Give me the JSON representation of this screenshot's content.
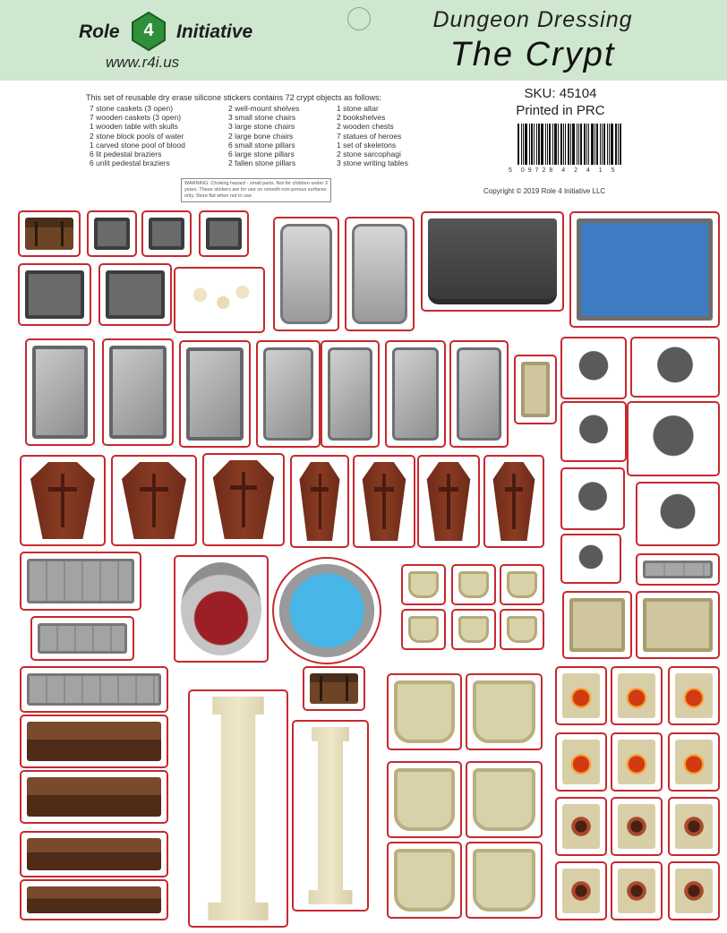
{
  "brand": {
    "left": "Role",
    "gem_number": "4",
    "right": "Initiative",
    "url": "www.r4i.us"
  },
  "product": {
    "subtitle": "Dungeon Dressing",
    "title": "The Crypt",
    "sku": "SKU:  45104",
    "origin": "Printed in PRC"
  },
  "intro": "This set of reusable dry erase silicone stickers contains 72 crypt objects as follows:",
  "contents": {
    "col1": [
      "7 stone caskets (3 open)",
      "7 wooden caskets (3 open)",
      "1 wooden table with skulls",
      "2 stone block pools of water",
      "1 carved stone pool of blood",
      "6 lit pedestal braziers",
      "6 unlit pedestal braziers"
    ],
    "col2": [
      "2 well-mount shelves",
      "3 small stone chairs",
      "3 large stone chairs",
      "2 large bone chairs",
      "6 small stone pillars",
      "6 large stone pillars",
      "2 fallen stone pillars"
    ],
    "col3": [
      "1 stone altar",
      "2 bookshelves",
      "2 wooden chests",
      "7 statues of heroes",
      "1 set of skeletons",
      "2 stone sarcophagi",
      "3 stone writing tables"
    ]
  },
  "notice": "WARNING: Choking hazard - small parts. Not for children under 3 years. These stickers are for use on smooth non-porous surfaces only. Store flat when not in use.",
  "barcode_digits": "5  09728  4  2  4  1  5",
  "copyright": "Copyright © 2019    Role 4 Initiative LLC",
  "colors": {
    "header_bg": "#cfe7cf",
    "sticker_border": "#c7292f",
    "gem": "#2f8f3a"
  },
  "stickers": [
    {
      "kind": "chest"
    },
    {
      "kind": "chair"
    },
    {
      "kind": "chair"
    },
    {
      "kind": "chair"
    },
    {
      "kind": "chair"
    },
    {
      "kind": "chair"
    },
    {
      "kind": "skeletons"
    },
    {
      "kind": "statue"
    },
    {
      "kind": "statue"
    },
    {
      "kind": "altar"
    },
    {
      "kind": "pool"
    },
    {
      "kind": "casket"
    },
    {
      "kind": "casket"
    },
    {
      "kind": "casket"
    },
    {
      "kind": "lid"
    },
    {
      "kind": "lid"
    },
    {
      "kind": "lid"
    },
    {
      "kind": "lid"
    },
    {
      "kind": "skull-table"
    },
    {
      "kind": "mini"
    },
    {
      "kind": "mini"
    },
    {
      "kind": "mini"
    },
    {
      "kind": "mini"
    },
    {
      "kind": "coffin"
    },
    {
      "kind": "coffin"
    },
    {
      "kind": "coffin"
    },
    {
      "kind": "coffin"
    },
    {
      "kind": "coffin"
    },
    {
      "kind": "coffin"
    },
    {
      "kind": "coffin"
    },
    {
      "kind": "mini"
    },
    {
      "kind": "mini"
    },
    {
      "kind": "mini"
    },
    {
      "kind": "fallen-pillar"
    },
    {
      "kind": "desk"
    },
    {
      "kind": "blood-pool"
    },
    {
      "kind": "water-pool"
    },
    {
      "kind": "small-chair"
    },
    {
      "kind": "small-chair"
    },
    {
      "kind": "small-chair"
    },
    {
      "kind": "small-chair"
    },
    {
      "kind": "small-chair"
    },
    {
      "kind": "small-chair"
    },
    {
      "kind": "bone-chair"
    },
    {
      "kind": "bone-chair"
    },
    {
      "kind": "desk"
    },
    {
      "kind": "desk"
    },
    {
      "kind": "chest"
    },
    {
      "kind": "shelf"
    },
    {
      "kind": "shelf"
    },
    {
      "kind": "shelf"
    },
    {
      "kind": "shelf"
    },
    {
      "kind": "pillar"
    },
    {
      "kind": "pillar"
    },
    {
      "kind": "large-chair"
    },
    {
      "kind": "large-chair"
    },
    {
      "kind": "large-chair"
    },
    {
      "kind": "large-chair"
    },
    {
      "kind": "large-chair"
    },
    {
      "kind": "large-chair"
    },
    {
      "kind": "brazier"
    },
    {
      "kind": "brazier"
    },
    {
      "kind": "brazier"
    },
    {
      "kind": "brazier"
    },
    {
      "kind": "brazier"
    },
    {
      "kind": "brazier"
    },
    {
      "kind": "unlit"
    },
    {
      "kind": "unlit"
    },
    {
      "kind": "unlit"
    },
    {
      "kind": "unlit"
    },
    {
      "kind": "unlit"
    },
    {
      "kind": "unlit"
    }
  ]
}
